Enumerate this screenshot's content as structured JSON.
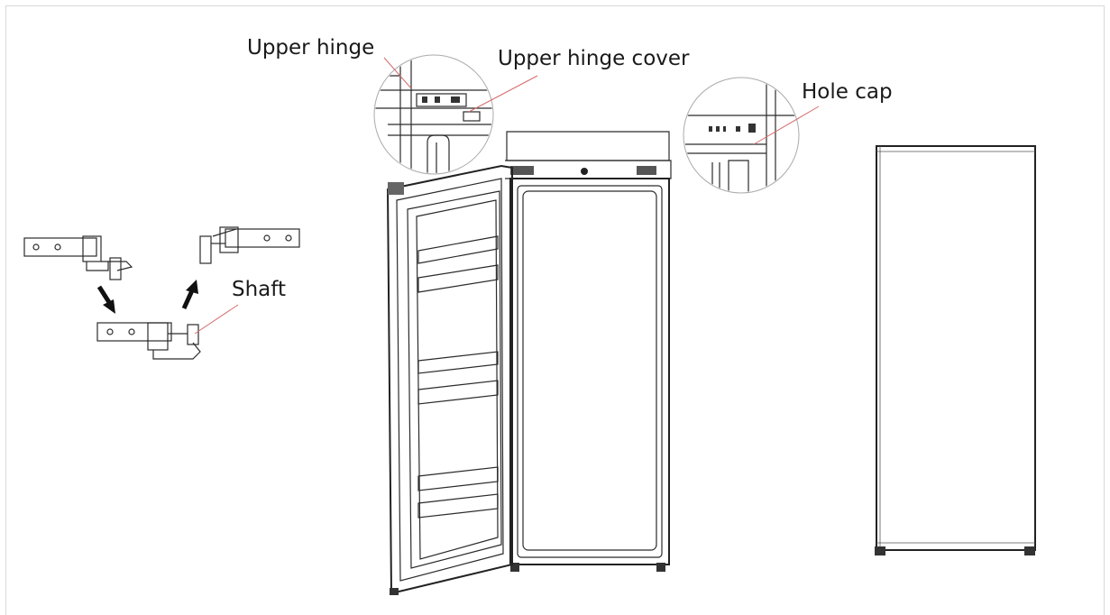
{
  "labels": {
    "upper_hinge": "Upper hinge",
    "upper_hinge_cover": "Upper hinge cover",
    "hole_cap": "Hole cap",
    "shaft": "Shaft"
  },
  "colors": {
    "leader_line": "#d46a6a",
    "line_art": "#2b2b2b",
    "background": "#ffffff"
  },
  "icons": {
    "arrow_down": "arrow-down-icon",
    "arrow_up": "arrow-up-icon"
  }
}
